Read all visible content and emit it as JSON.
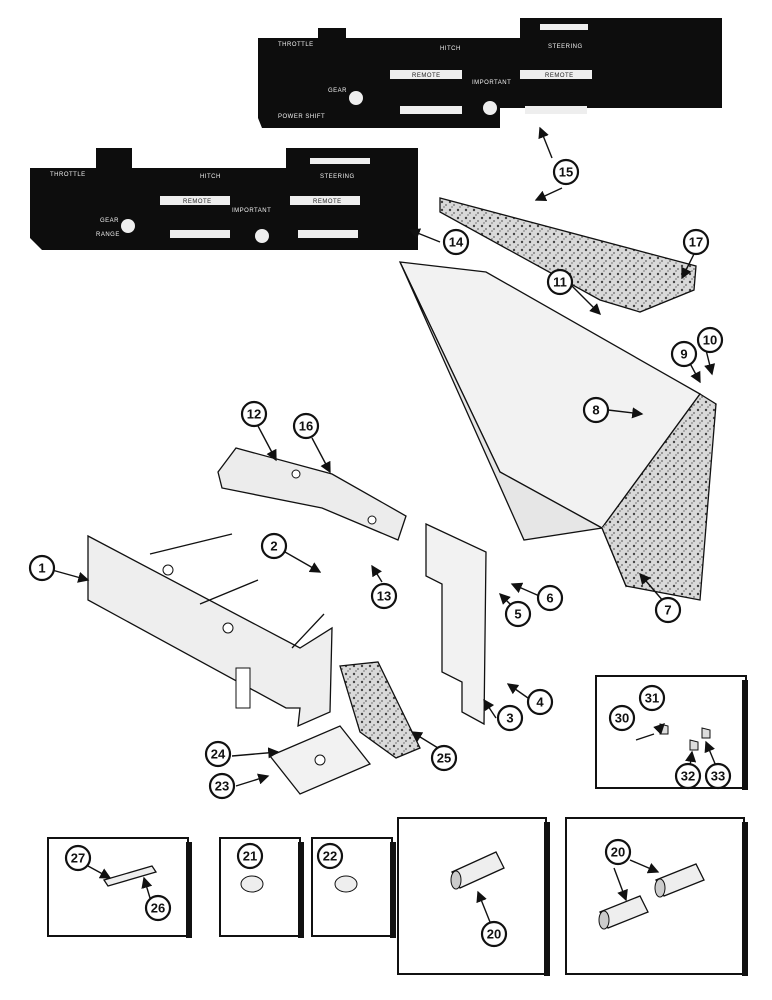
{
  "panel_top": {
    "throttle": "THROTTLE",
    "hitch": "HITCH",
    "steering": "STEERING",
    "important": "IMPORTANT",
    "power_shift": "POWER SHIFT",
    "remote": "REMOTE",
    "gear": "GEAR"
  },
  "panel_bottom": {
    "throttle": "THROTTLE",
    "hitch": "HITCH",
    "steering": "STEERING",
    "important": "IMPORTANT",
    "range": "RANGE",
    "remote": "REMOTE",
    "gear": "GEAR"
  },
  "callouts": [
    "1",
    "2",
    "3",
    "4",
    "5",
    "6",
    "7",
    "8",
    "9",
    "10",
    "11",
    "12",
    "13",
    "14",
    "15",
    "16",
    "17",
    "20",
    "20",
    "20",
    "21",
    "22",
    "23",
    "24",
    "25",
    "26",
    "27",
    "30",
    "31",
    "32",
    "33"
  ]
}
